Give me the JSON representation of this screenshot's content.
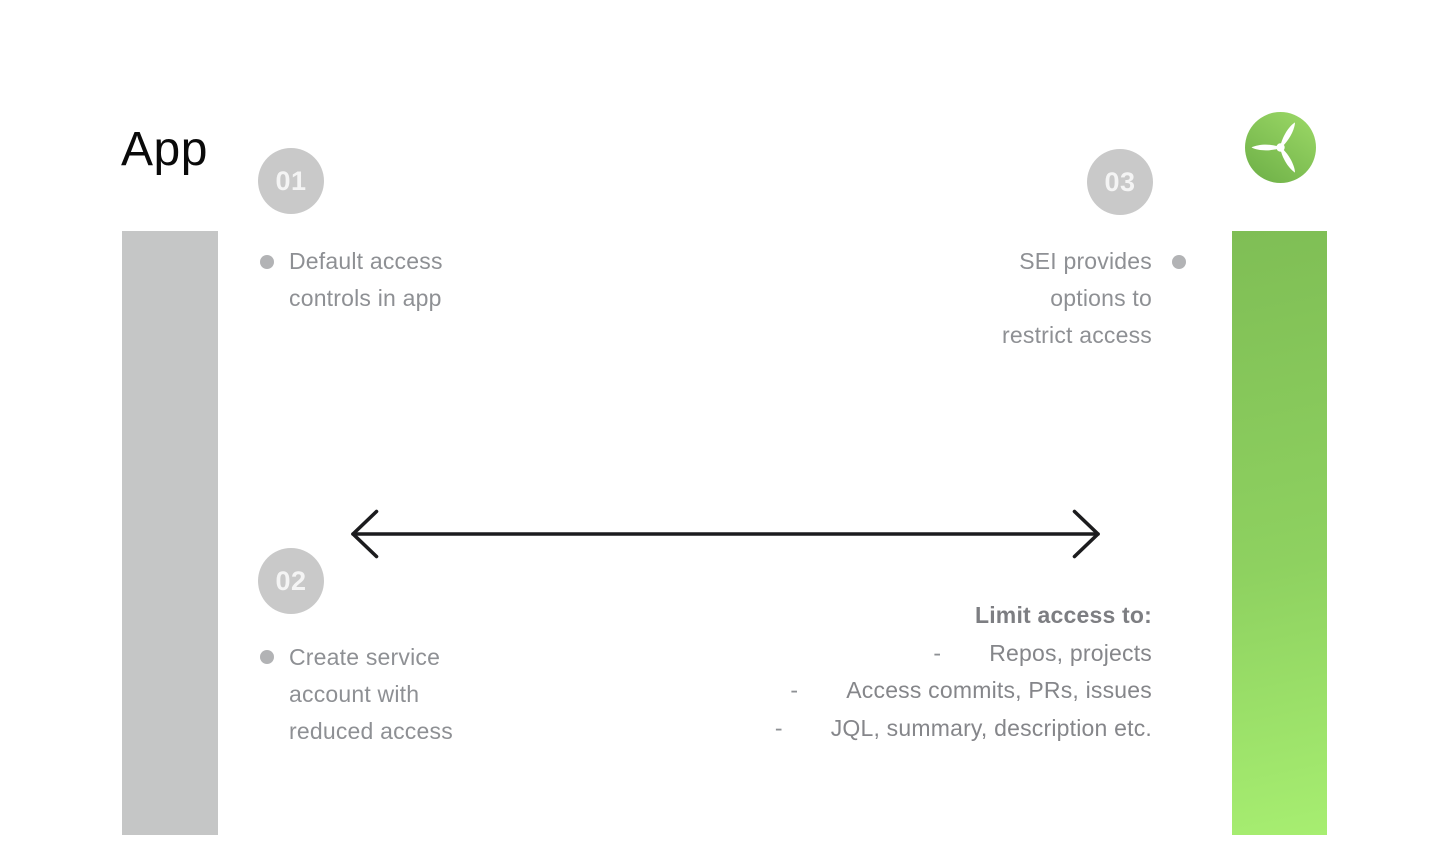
{
  "title": "App",
  "steps": [
    {
      "number": "01",
      "lines": [
        "Default access",
        "controls in app"
      ]
    },
    {
      "number": "02",
      "lines": [
        "Create service",
        "account with",
        "reduced access"
      ]
    },
    {
      "number": "03",
      "lines": [
        "SEI provides",
        "options to",
        "restrict access"
      ]
    }
  ],
  "limit": {
    "heading": "Limit access to:",
    "dash": "-",
    "items": [
      "Repos, projects",
      "Access commits, PRs, issues",
      "JQL, summary, description etc."
    ]
  },
  "icons": {
    "logo": "propeller-icon"
  },
  "colors": {
    "bar_gray": "#c5c6c6",
    "badge_gray": "#c9c9c9",
    "text_gray": "#8e9094",
    "green_gradient_top": "#7fbe55",
    "green_gradient_bottom": "#a7ee71",
    "logo_green_light": "#9ad765",
    "logo_green_dark": "#6fb148",
    "arrow_black": "#1c1c1e"
  }
}
